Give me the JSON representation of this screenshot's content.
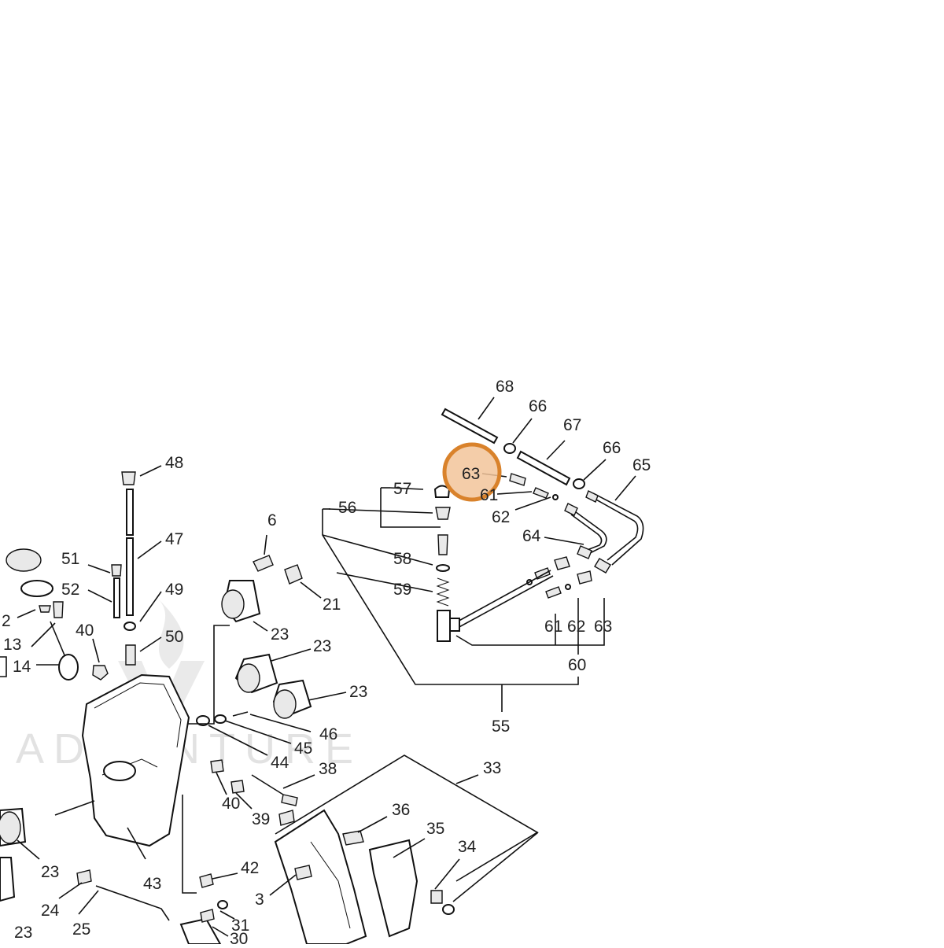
{
  "diagram": {
    "highlight": {
      "label": "63",
      "color": "#d9822b"
    },
    "callouts": [
      "68",
      "66",
      "67",
      "66",
      "65",
      "63",
      "61",
      "57",
      "56",
      "62",
      "64",
      "58",
      "59",
      "61",
      "62",
      "63",
      "60",
      "55",
      "48",
      "47",
      "51",
      "52",
      "49",
      "50",
      "40",
      "2",
      "13",
      "14",
      "6",
      "21",
      "23",
      "23",
      "23",
      "46",
      "45",
      "44",
      "38",
      "40",
      "39",
      "33",
      "36",
      "35",
      "34",
      "23",
      "43",
      "42",
      "3",
      "31",
      "30",
      "23",
      "24",
      "25"
    ]
  }
}
